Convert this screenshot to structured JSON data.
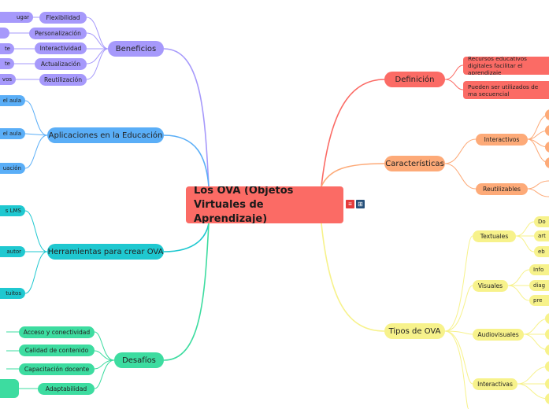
{
  "center": {
    "title": "Los OVA (Objetos Virtuales de Aprendizaje)"
  },
  "left": {
    "beneficios": {
      "label": "Beneficios",
      "items": [
        "Flexibilidad",
        "Personalización",
        "Interactividad",
        "Actualización",
        "Reutilización"
      ],
      "leaves": [
        "ugar",
        "",
        "te",
        "te",
        "vos"
      ]
    },
    "aplicaciones": {
      "label": "Aplicaciones en la Educación",
      "leaves": [
        "el aula",
        "el aula",
        "uación"
      ]
    },
    "herramientas": {
      "label": "Herramientas para crear OVA",
      "leaves": [
        "s LMS",
        "autor",
        "tuitos"
      ]
    },
    "desafios": {
      "label": "Desafíos",
      "items": [
        "Acceso y conectividad",
        "Calidad de contenido",
        "Capacitación docente",
        "Adaptabilidad"
      ]
    }
  },
  "right": {
    "definicion": {
      "label": "Definición",
      "items": [
        "Recursos educativos digitales facilitar el aprendizaje",
        "Pueden ser utilizados de ma secuencial"
      ]
    },
    "caracteristicas": {
      "label": "Características",
      "items": [
        "Interactivos",
        "Reutilizables"
      ]
    },
    "tipos": {
      "label": "Tipos de OVA",
      "items": [
        "Textuales",
        "Visuales",
        "Audiovisuales",
        "Interactivas"
      ],
      "textuales_leaves": [
        "Do",
        "art",
        "eb"
      ],
      "visuales_leaves": [
        "Info",
        "diag",
        "pre"
      ]
    }
  },
  "colors": {
    "purple": "#a699fb",
    "blue": "#5aaef7",
    "teal": "#1fc8d0",
    "green": "#3ddca0",
    "red": "#fb6b65",
    "orange": "#fdaa78",
    "yellow": "#f7f28b"
  }
}
